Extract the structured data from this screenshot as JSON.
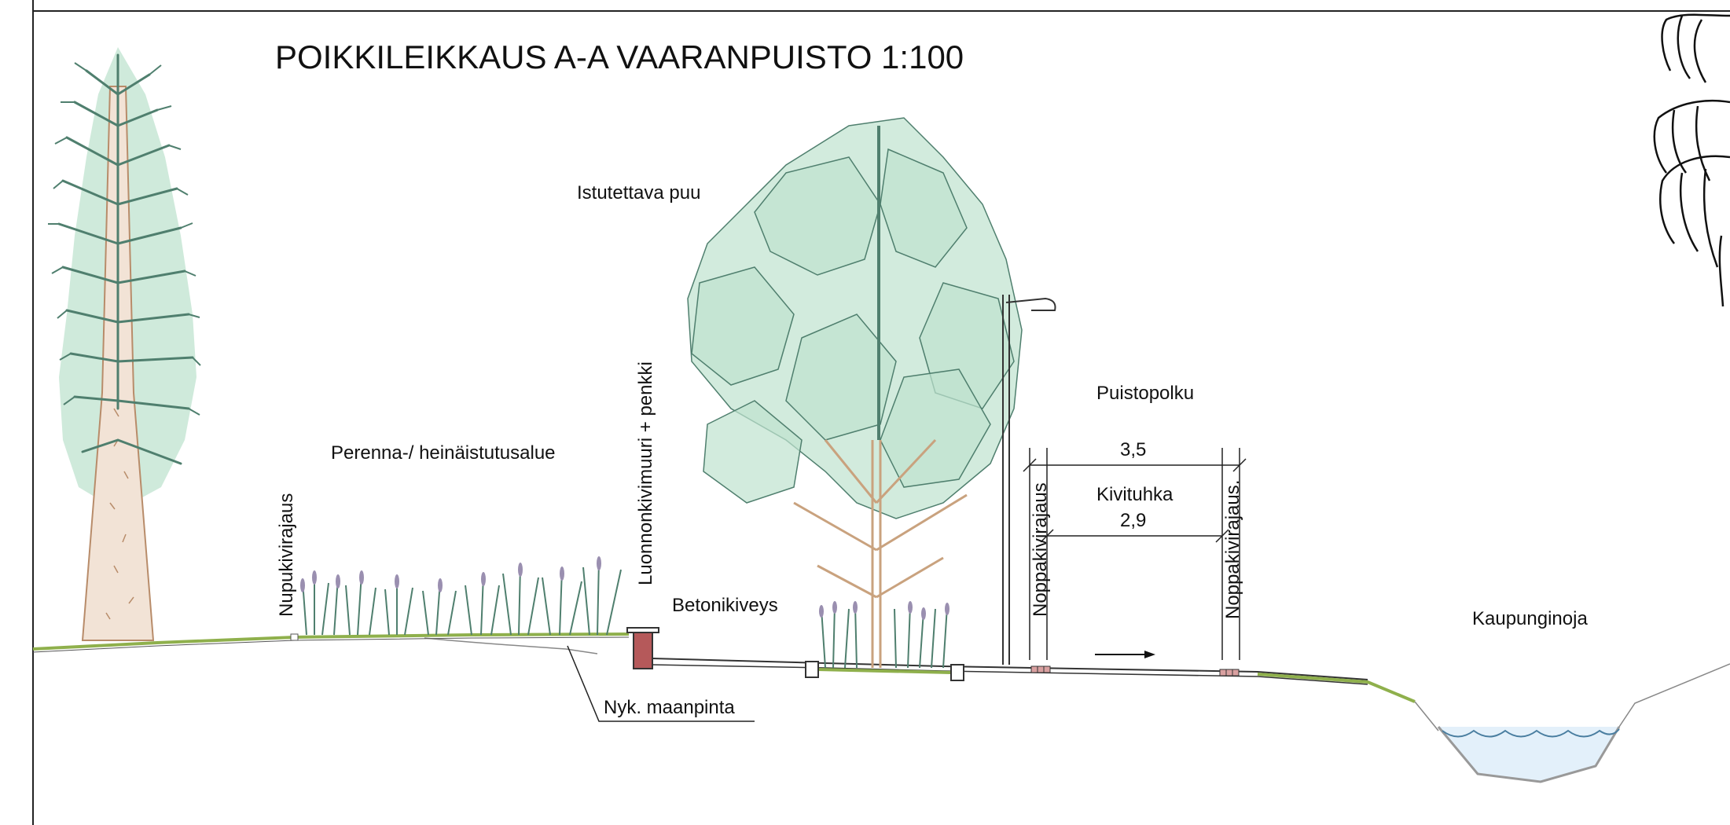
{
  "title": "POIKKILEIKKAUS A-A VAARANPUISTO 1:100",
  "labels": {
    "istutettava_puu": "Istutettava puu",
    "perenna": "Perenna-/ heinäistutusalue",
    "nupukivirajaus": "Nupukivirajaus",
    "luonnonkivimuuri": "Luonnonkivimuuri + penkki",
    "betonikiveys": "Betonikiveys",
    "nyk_maanpinta": "Nyk. maanpinta",
    "puistopolku": "Puistopolku",
    "kivituhka": "Kivituhka",
    "noppakivirajaus_left": "Noppakivirajaus",
    "noppakivirajaus_right": "Noppakivirajaus.",
    "kaupunginoja": "Kaupunginoja"
  },
  "dimensions": {
    "outer": "3,5",
    "inner": "2,9"
  },
  "colors": {
    "ground_green": "#8fb04c",
    "foliage": "#bfe3cf",
    "foliage_line": "#4f7f6e",
    "trunk": "#c9a27e",
    "wall": "#b5595a",
    "water": "#e3f0fa"
  }
}
